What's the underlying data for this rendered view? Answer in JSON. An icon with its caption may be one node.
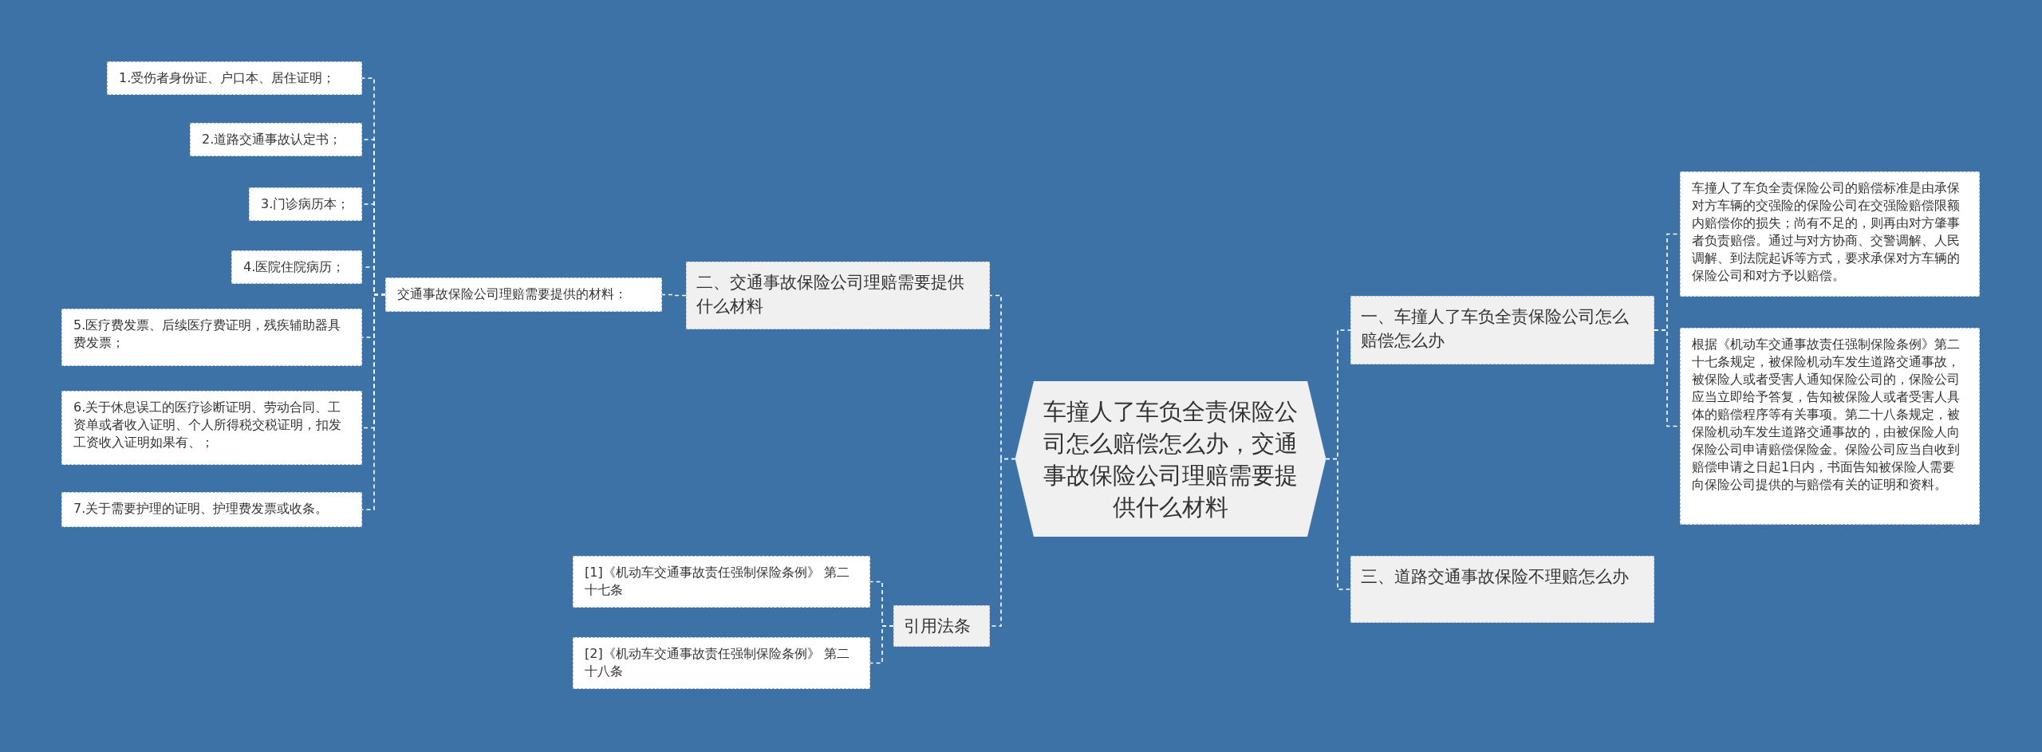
{
  "diagram": {
    "nodes": [
      {
        "text": [
          "车撞人了车负全责保险公司怎么赔偿怎么办，交通事故保险公司理赔需要提供什么材料"
        ]
      },
      {
        "text": [
          "二、交通事故保险公司理赔需要提供什么材料"
        ]
      },
      {
        "text": [
          "交通事故保险公司理赔需要提供的材料："
        ]
      },
      {
        "text": [
          "1.受伤者身份证、户口本、居住证明；"
        ]
      },
      {
        "text": [
          "2.道路交通事故认定书；"
        ]
      },
      {
        "text": [
          "3.门诊病历本；"
        ]
      },
      {
        "text": [
          "4.医院住院病历；"
        ]
      },
      {
        "text": [
          "5.医疗费发票、后续医疗费证明，残疾辅助器具费发票；"
        ]
      },
      {
        "text": [
          "6.关于休息误工的医疗诊断证明、劳动合同、工资单或者收入证明、个人所得税交税证明，扣发工资收入证明如果有、；"
        ]
      },
      {
        "text": [
          "7.关于需要护理的证明、护理费发票或收条。"
        ]
      },
      {
        "text": [
          "引用法条"
        ]
      },
      {
        "text": [
          "[1]《机动车交通事故责任强制保险条例》 第二十七条"
        ]
      },
      {
        "text": [
          "[2]《机动车交通事故责任强制保险条例》 第二十八条"
        ]
      },
      {
        "text": [
          "一、车撞人了车负全责保险公司怎么赔偿怎么办"
        ]
      },
      {
        "text": [
          "车撞人了车负全责保险公司的赔偿标准是由承保对方车辆的交强险的保险公司在交强险赔偿限额内赔偿你的损失；尚有不足的，则再由对方肇事者负责赔偿。通过与对方协商、交警调解、人民调解、到法院起诉等方式，要求承保对方车辆的保险公司和对方予以赔偿。"
        ]
      },
      {
        "text": [
          "根据《机动车交通事故责任强制保险条例》第二十七条规定，被保险机动车发生道路交通事故，被保险人或者受害人通知保险公司的，保险公司应当立即给予答复，告知被保险人或者受害人具体的赔偿程序等有关事项。第二十八条规定，被保险机动车发生道路交通事故的，由被保险人向保险公司申请赔偿保险金。保险公司应当自收到赔偿申请之日起1日内，书面告知被保险人需要向保险公司提供的与赔偿有关的证明和资料。"
        ]
      },
      {
        "text": [
          "三、道路交通事故保险不理赔怎么办"
        ]
      }
    ],
    "edges": [
      {
        "from": 0,
        "to": 1,
        "arrow": "none"
      },
      {
        "from": 1,
        "to": 2,
        "arrow": "none"
      },
      {
        "from": 2,
        "to": 3,
        "arrow": "none"
      },
      {
        "from": 2,
        "to": 4,
        "arrow": "none"
      },
      {
        "from": 2,
        "to": 5,
        "arrow": "none"
      },
      {
        "from": 2,
        "to": 6,
        "arrow": "none"
      },
      {
        "from": 2,
        "to": 7,
        "arrow": "none"
      },
      {
        "from": 2,
        "to": 8,
        "arrow": "none"
      },
      {
        "from": 2,
        "to": 9,
        "arrow": "none"
      },
      {
        "from": 0,
        "to": 10,
        "arrow": "none"
      },
      {
        "from": 10,
        "to": 11,
        "arrow": "none"
      },
      {
        "from": 10,
        "to": 12,
        "arrow": "none"
      },
      {
        "from": 0,
        "to": 13,
        "arrow": "none"
      },
      {
        "from": 13,
        "to": 14,
        "arrow": "none"
      },
      {
        "from": 13,
        "to": 15,
        "arrow": "none"
      },
      {
        "from": 0,
        "to": 16,
        "arrow": "none"
      }
    ]
  }
}
